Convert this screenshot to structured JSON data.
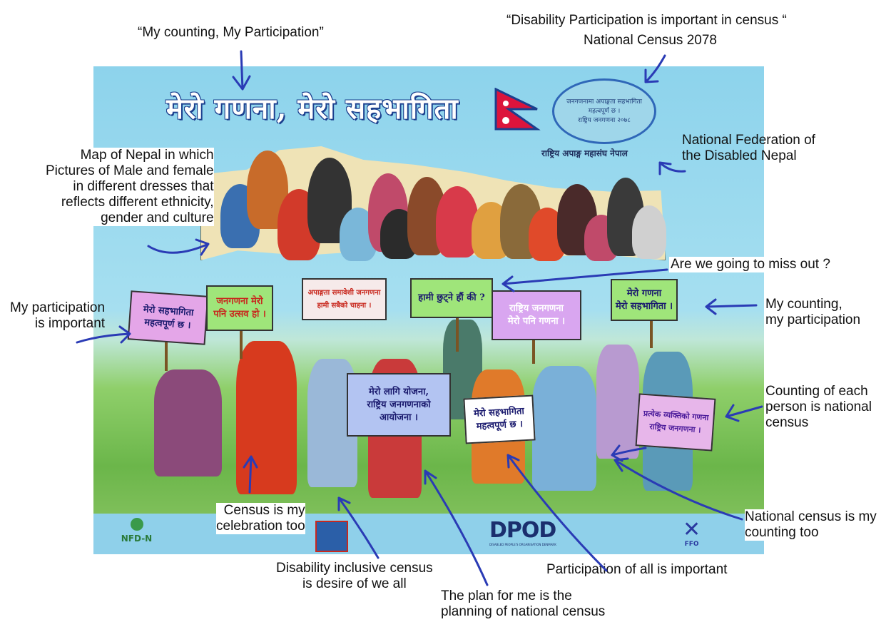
{
  "annotations": {
    "my_counting_quote": "“My counting, My Participation”",
    "disability_quote": "“Disability Participation is important in census “",
    "national_census": "National Census 2078",
    "federation": "National Federation of\nthe Disabled Nepal",
    "map_description": "Map of Nepal in which\nPictures of Male and female\nin different dresses that\nreflects different ethnicity,\ngender and culture",
    "miss_out": "Are we going to miss out ?",
    "my_participation": "My participation\nis important",
    "my_counting": "My counting,\nmy participation",
    "counting_each": "Counting of each\nperson is national\ncensus",
    "celebration": "Census is my\ncelebration too",
    "national_census_counting": "National census is my\ncounting too",
    "inclusive": "Disability inclusive census\nis desire of we all",
    "participation_all": "Participation of all is important",
    "plan": "The plan for me is the\nplanning of national census"
  },
  "poster": {
    "title": "मेरो गणना, मेरो सहभागिता",
    "seal_lines": [
      "जनगणनामा अपाङ्गता सहभागिता",
      "महत्वपूर्ण छ ।",
      "राष्ट्रिय जनगणना २०७८"
    ],
    "organization": "राष्ट्रिय अपाङ्ग महासंघ नेपाल",
    "signs": {
      "s1": "मेरो सहभागिता\nमहत्वपूर्ण छ ।",
      "s2": "जनगणना मेरो\nपनि उत्सव हो ।",
      "s3": "अपाङ्गता समावेशी जनगणना\nहामी सबैको चाहना ।",
      "s4": "हामी छुट्ने हौं की ?",
      "s5": "राष्ट्रिय जनगणना\nमेरो पनि गणना ।",
      "s6": "मेरो गणना\nमेरो सहभागिता ।",
      "s7": "मेरो लागि योजना,\nराष्ट्रिय जनगणनाको\nआयोजना ।",
      "s8": "मेरो सहभागिता\nमहत्वपूर्ण छ ।",
      "s9": "प्रत्येक व्यक्तिको गणना\nराष्ट्रिय जनगणना ।"
    },
    "logos": {
      "nfdn": "NFD-N",
      "dpod": "DPOD",
      "dpod_sub": "DISABLED PEOPLE'S ORGANISATION DENMARK",
      "ffo": "FFO"
    }
  },
  "colors": {
    "arrow": "#2a3bb5",
    "sky": "#8dd3ec",
    "grass": "#6bb64a"
  }
}
